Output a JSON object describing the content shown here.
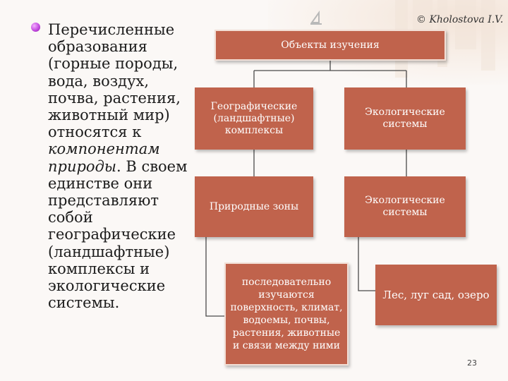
{
  "copyright": "© Kholostova I.V.",
  "page_number": "23",
  "left_text": {
    "part1": "Перечисленные образования (горные породы, вода, воздух, почва, растения, животный мир) относятся к ",
    "emphasis": "компонентам природы",
    "part2": ". В своем единстве они представляют собой географические (ландшафтные) комплексы и экологические системы."
  },
  "diagram": {
    "root": "Объекты изучения",
    "geo_complexes": "Географические (ландшафтные) комплексы",
    "eco_systems_1": "Экологические системы",
    "natural_zones": "Природные зоны",
    "eco_systems_2": "Экологические системы",
    "studied": "последовательно изучаются поверхность, климат, водоемы, почвы, растения, животные и связи между ними",
    "examples": "Лес, луг сад, озеро"
  },
  "colors": {
    "box_fill": "#c0634c",
    "connector": "#4a4a4a",
    "bullet": "#c44ce0"
  }
}
